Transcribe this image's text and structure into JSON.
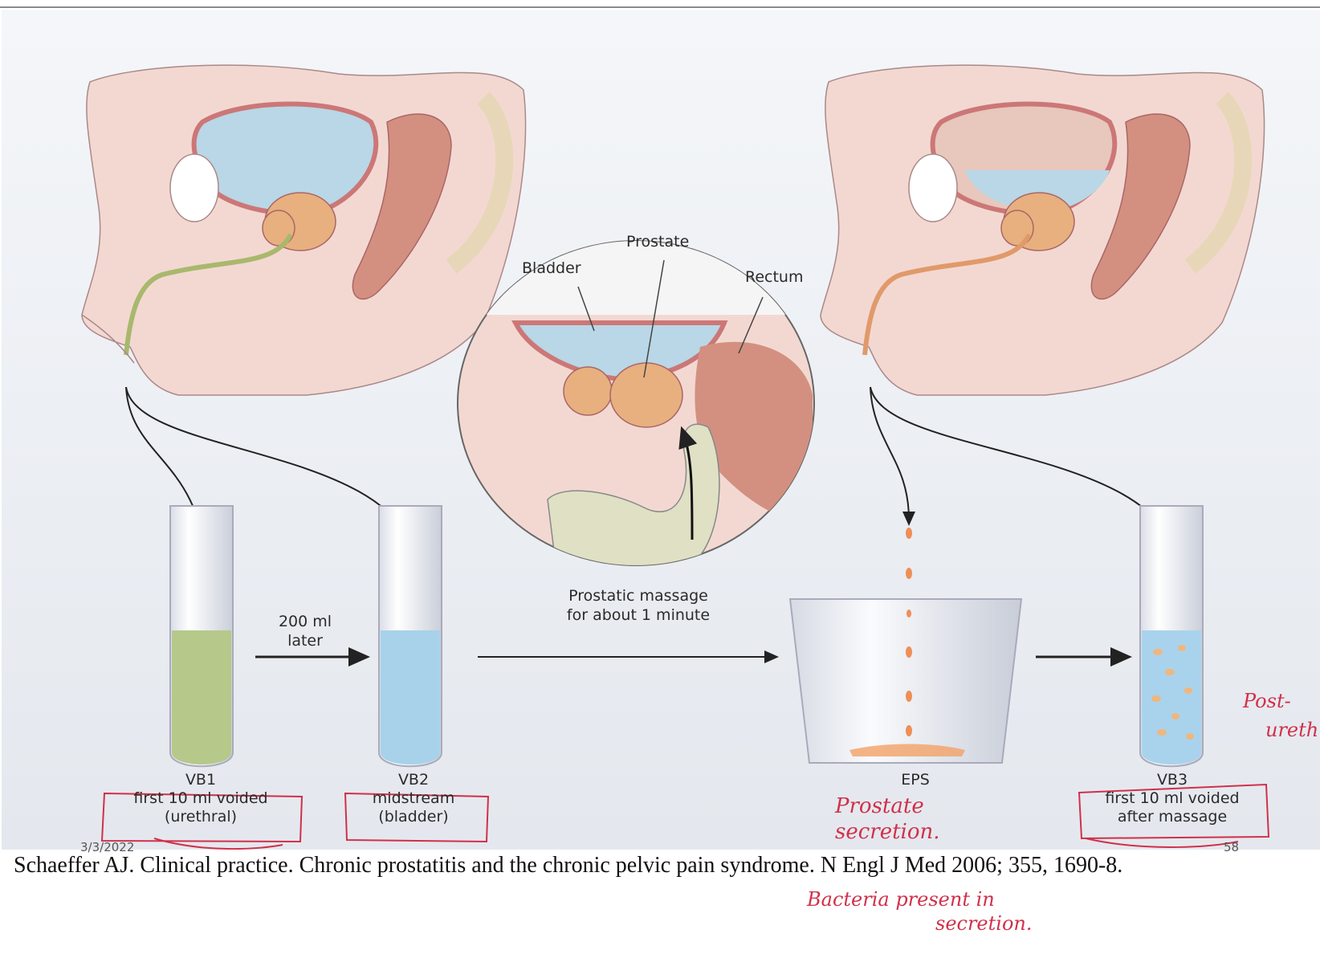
{
  "labels": {
    "prostate": "Prostate",
    "bladder": "Bladder",
    "rectum": "Rectum",
    "interval_line1": "200 ml",
    "interval_line2": "later",
    "massage_line1": "Prostatic massage",
    "massage_line2": "for about 1 minute"
  },
  "samples": [
    {
      "code": "VB1",
      "line1": "first 10 ml voided",
      "line2": "(urethral)"
    },
    {
      "code": "VB2",
      "line1": "midstream",
      "line2": "(bladder)"
    },
    {
      "code": "EPS",
      "line1": "",
      "line2": ""
    },
    {
      "code": "VB3",
      "line1": "first 10 ml voided",
      "line2": "after massage"
    }
  ],
  "colors": {
    "background": "#e8ecf1",
    "urine_vb1": "#b6c98b",
    "urine_vb2": "#a7d2ea",
    "urine_vb3": "#a9d3ec",
    "tissue": "#f3d8d2",
    "prostate": "#e8b07e",
    "annotation": "#d1304a"
  },
  "footer": {
    "date": "3/3/2022",
    "page": "58",
    "citation": "Schaeffer AJ. Clinical practice. Chronic prostatitis and the chronic pelvic pain syndrome. N Engl J Med 2006; 355, 1690-8."
  },
  "handwritten": {
    "eps_note_line1": "Prostate",
    "eps_note_line2": "secretion.",
    "vb3_note_line1": "Post-",
    "vb3_note_line2": "ureth",
    "bottom_note_line1": "Bacteria present in",
    "bottom_note_line2": "secretion."
  }
}
